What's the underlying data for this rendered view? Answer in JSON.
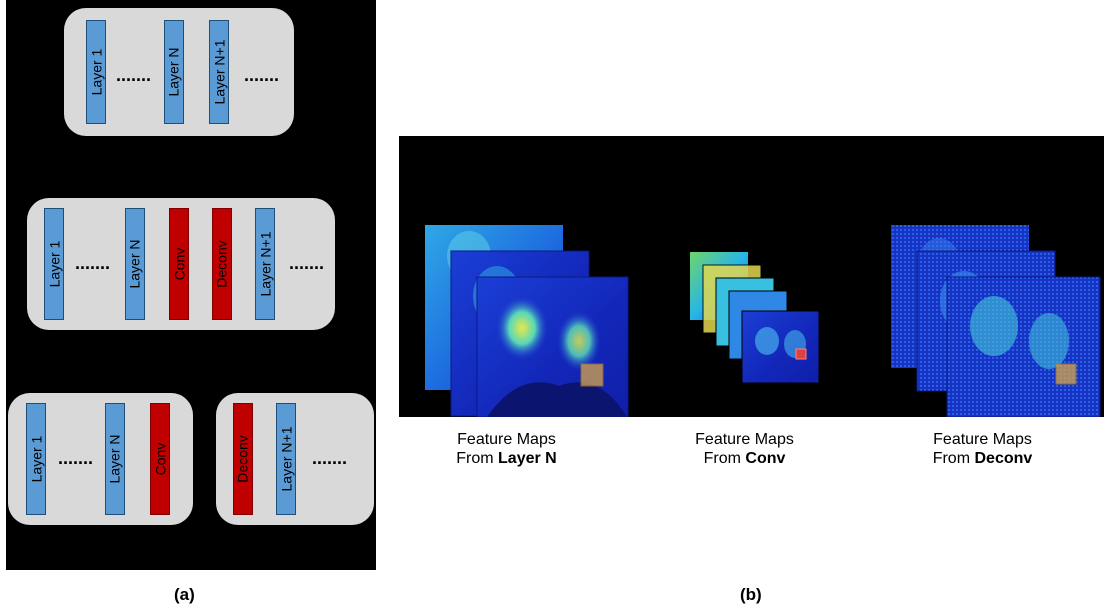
{
  "panel_a": {
    "label": "(a)",
    "top_box": {
      "layers": [
        "Layer 1",
        "Layer N",
        "Layer N+1"
      ],
      "dots": "......."
    },
    "middle_box": {
      "layers": [
        "Layer 1",
        "Layer N",
        "Conv",
        "Deconv",
        "Layer N+1"
      ],
      "dots": "......."
    },
    "bottom_left_box": {
      "layers": [
        "Layer 1",
        "Layer N",
        "Conv"
      ],
      "dots": "......."
    },
    "bottom_right_box": {
      "layers": [
        "Deconv",
        "Layer N+1"
      ],
      "dots": "......."
    }
  },
  "panel_b": {
    "label": "(b)",
    "captions": [
      {
        "line1": "Feature Maps",
        "prefix": "From ",
        "bold": "Layer N"
      },
      {
        "line1": "Feature Maps",
        "prefix": "From ",
        "bold": "Conv"
      },
      {
        "line1": "Feature Maps",
        "prefix": "From ",
        "bold": "Deconv"
      }
    ]
  },
  "colors": {
    "layer_blue": "#5b9bd5",
    "conv_red": "#c00000",
    "box_gray": "#d9d9d9",
    "panel_bg": "#000000"
  }
}
